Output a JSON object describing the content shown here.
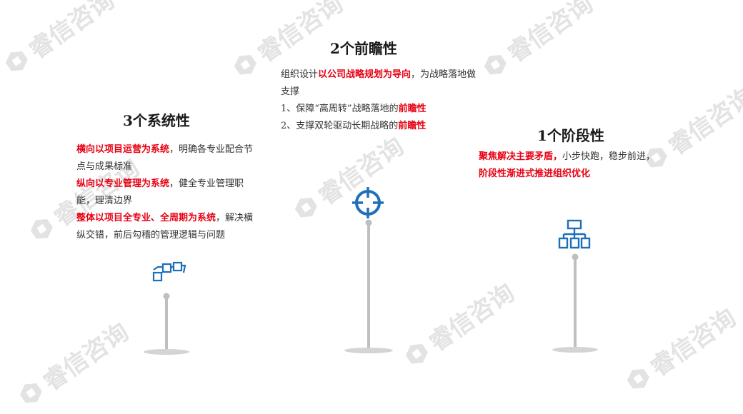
{
  "watermark": {
    "text": "睿信咨询"
  },
  "colors": {
    "accent_red": "#e60012",
    "icon_blue": "#1f6fb8",
    "pole_gray": "#bfbfbf"
  },
  "left": {
    "title": "3个系统性",
    "icon": "flowchart-icon",
    "p1_strong": "横向以项目运营为系统",
    "p1_rest": "，明确各专业配合节点与成果标准",
    "p2_strong": "纵向以专业管理为系统",
    "p2_rest": "，健全专业管理职能，理清边界",
    "p3_strong": "整体以项目全专业、全周期为系统",
    "p3_rest": "，解决横纵交错，前后勾稽的管理逻辑与问题"
  },
  "center": {
    "title": "2个前瞻性",
    "icon": "target-icon",
    "p1_pre": "组织设计",
    "p1_strong": "以公司战略规划为导向",
    "p1_rest": "，为战略落地做支撑",
    "item1_pre": "1、保障“高周转”战略落地的",
    "item1_strong": "前瞻性",
    "item2_pre": "2、支撑双轮驱动长期战略的",
    "item2_strong": "前瞻性"
  },
  "right": {
    "title": "1个阶段性",
    "icon": "org-chart-icon",
    "p1_strong": "聚焦解决主要矛盾，",
    "p1_mid": "小步快跑，稳步前进，",
    "p1_strong2": "阶段性渐进式推进组织优化"
  }
}
